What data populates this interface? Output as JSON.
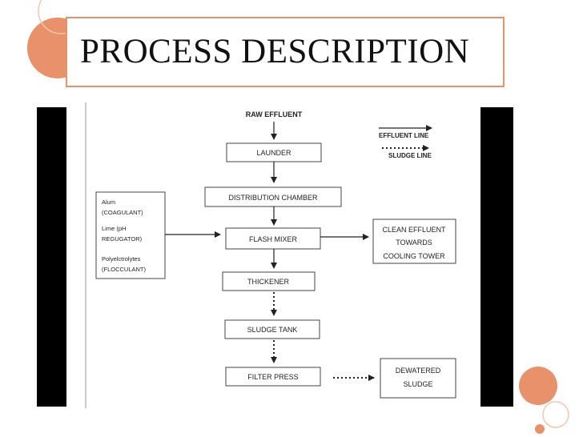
{
  "slide": {
    "title": "PROCESS DESCRIPTION",
    "colors": {
      "accent": "#e8916a",
      "text": "#111111",
      "frame": "#000000"
    }
  },
  "diagram": {
    "start_label": "RAW EFFLUENT",
    "boxes": {
      "launder": "LAUNDER",
      "distribution": "DISTRIBUTION CHAMBER",
      "flash_mixer": "FLASH MIXER",
      "thickener": "THICKENER",
      "sludge_tank": "SLUDGE TANK",
      "filter_press": "FILTER PRESS"
    },
    "chemicals": {
      "alum": "Alum",
      "coagulant": "(COAGULANT)",
      "lime": "Lime (pH",
      "regulator": "REGUGATOR)",
      "poly": "Polyelctrolytes",
      "flocculant": "(FLOCCULANT)"
    },
    "outputs": {
      "clean_1": "CLEAN EFFLUENT",
      "clean_2": "TOWARDS",
      "clean_3": "COOLING TOWER",
      "dewatered_1": "DEWATERED",
      "dewatered_2": "SLUDGE"
    },
    "legend": {
      "effluent": "EFFLUENT LINE",
      "sludge": "SLUDGE LINE"
    }
  }
}
